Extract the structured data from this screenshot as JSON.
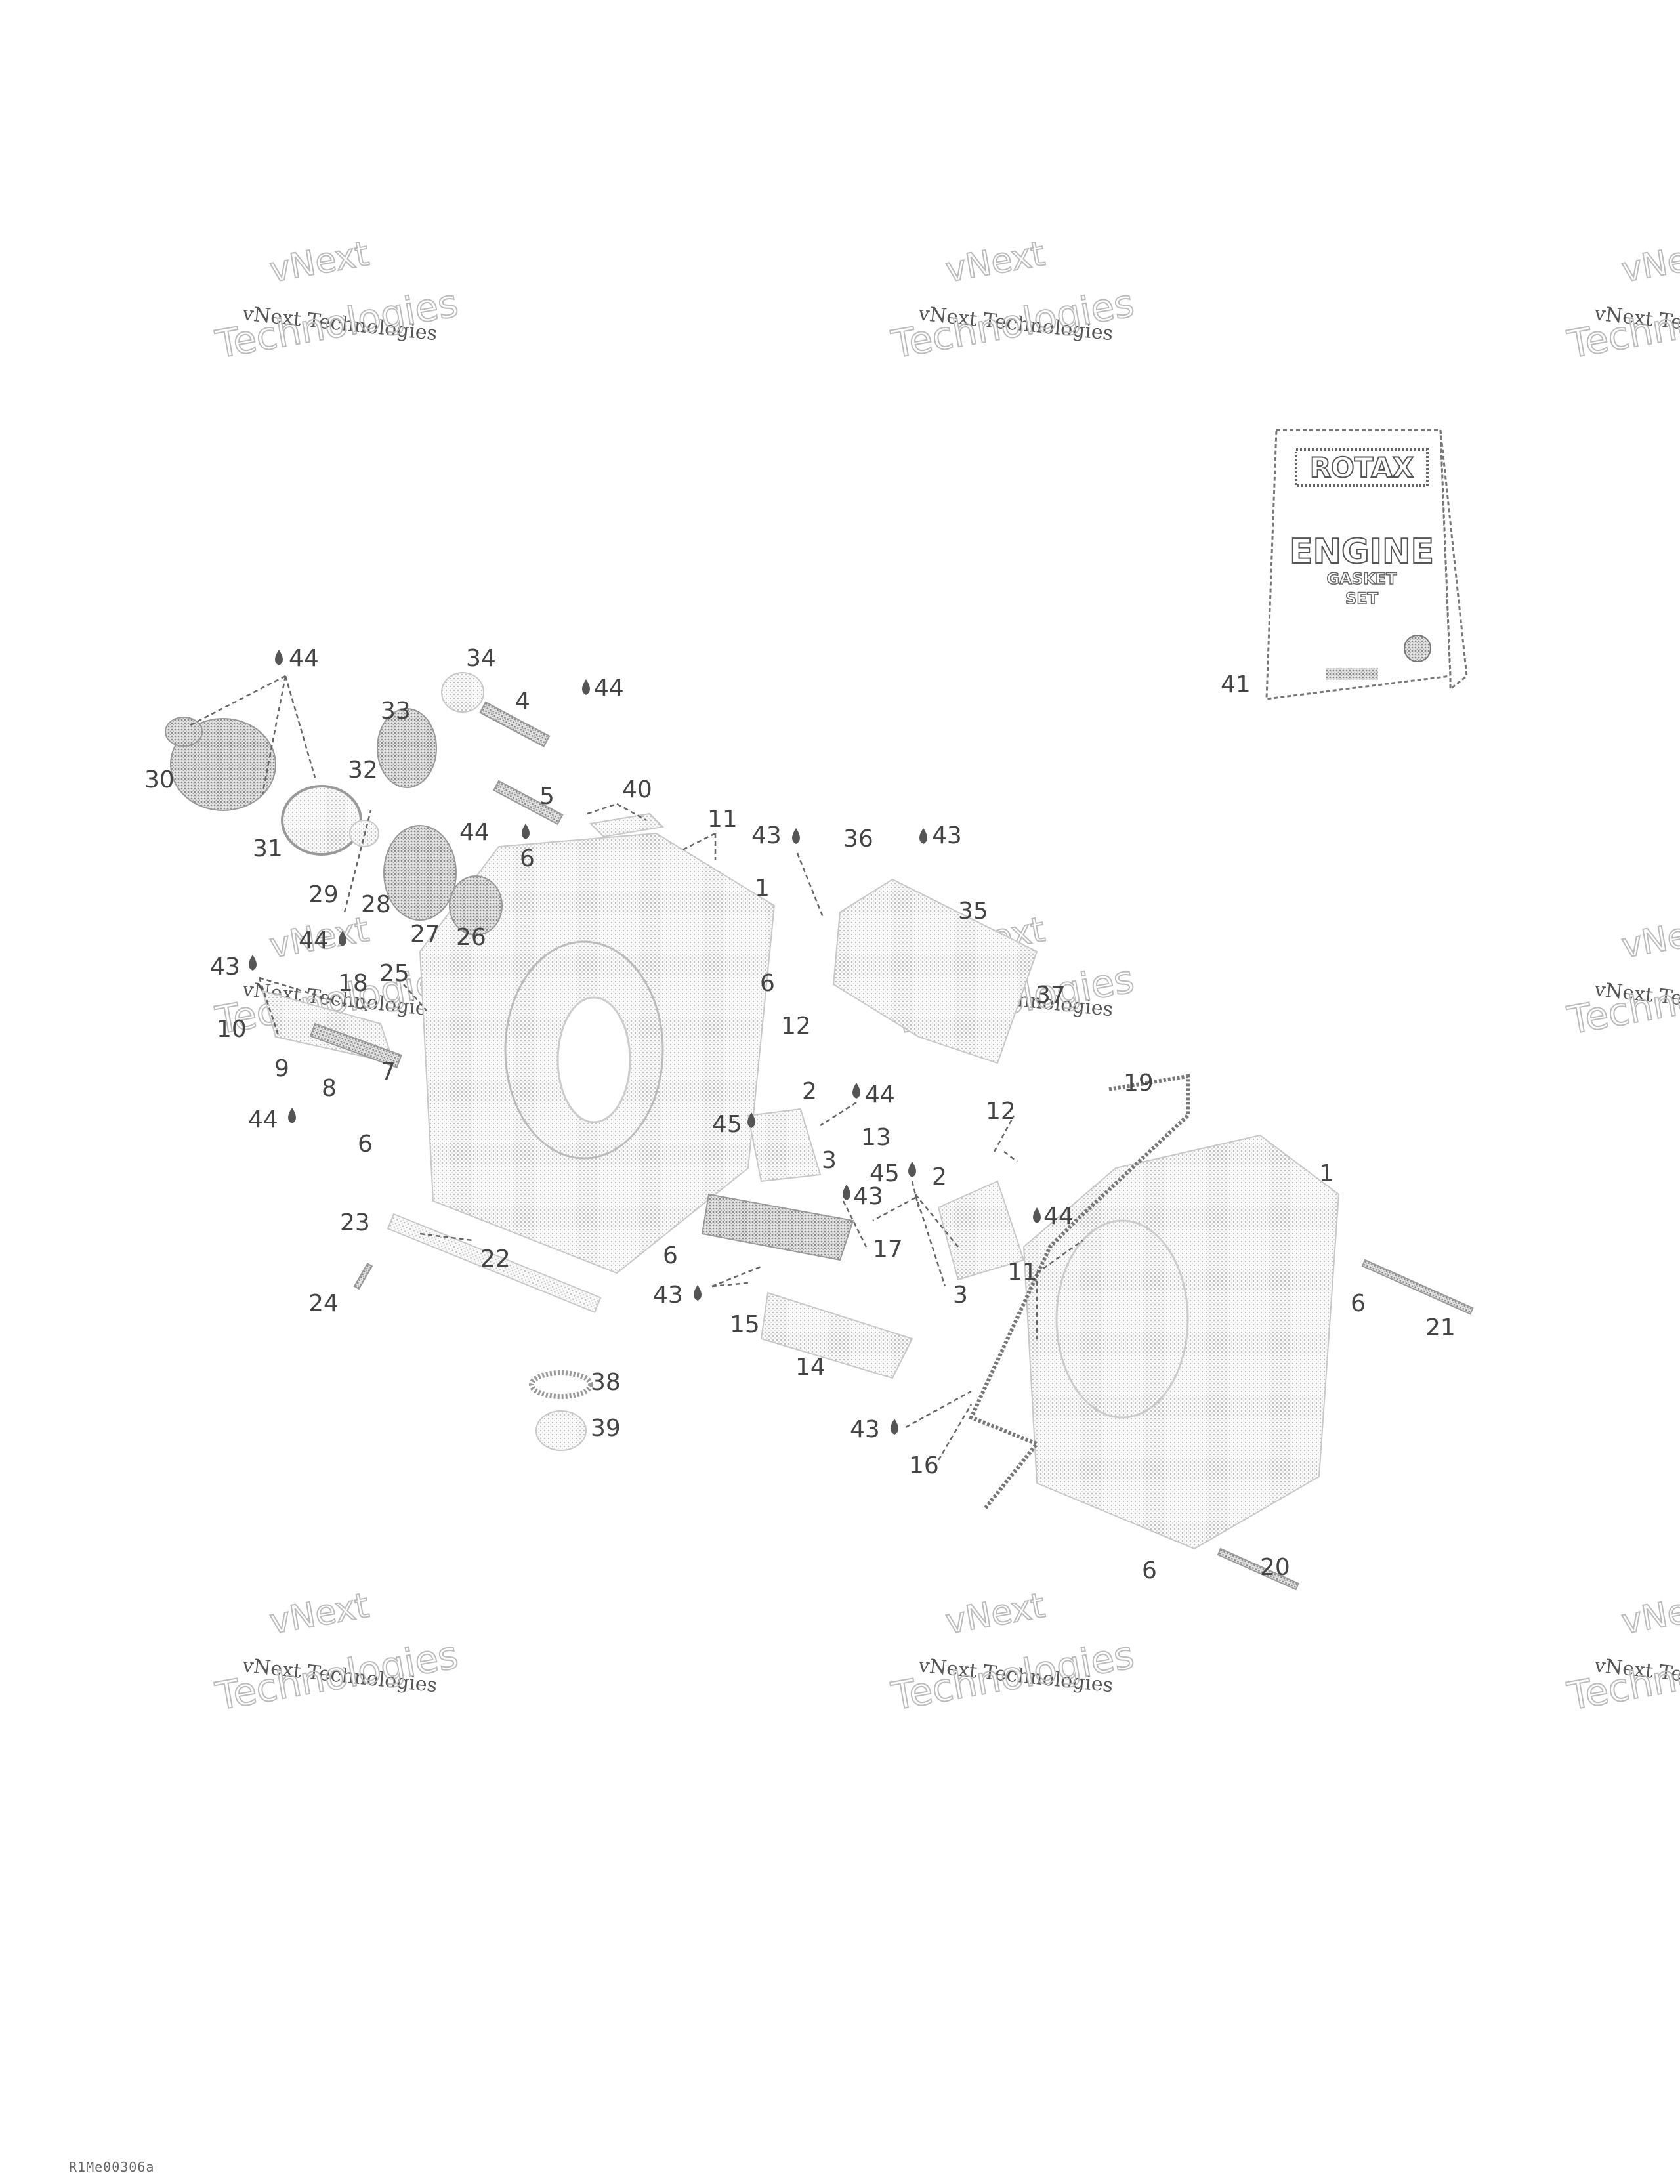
{
  "watermark": {
    "line1": "vNext Technologies",
    "line2": "vNext",
    "line3": "Technologies"
  },
  "kit_box": {
    "brand": "ROTAX",
    "title": "ENGINE",
    "subtitle_1": "GASKET",
    "subtitle_2": "SET"
  },
  "callouts": [
    {
      "id": "c44a",
      "label": "44"
    },
    {
      "id": "c34",
      "label": "34"
    },
    {
      "id": "c4",
      "label": "4"
    },
    {
      "id": "c44b",
      "label": "44"
    },
    {
      "id": "c33",
      "label": "33"
    },
    {
      "id": "c30",
      "label": "30"
    },
    {
      "id": "c32",
      "label": "32"
    },
    {
      "id": "c5",
      "label": "5"
    },
    {
      "id": "c40",
      "label": "40"
    },
    {
      "id": "c11a",
      "label": "11"
    },
    {
      "id": "c43a",
      "label": "43"
    },
    {
      "id": "c36",
      "label": "36"
    },
    {
      "id": "c43b",
      "label": "43"
    },
    {
      "id": "c31",
      "label": "31"
    },
    {
      "id": "c44c",
      "label": "44"
    },
    {
      "id": "c6a",
      "label": "6"
    },
    {
      "id": "c1a",
      "label": "1"
    },
    {
      "id": "c29",
      "label": "29"
    },
    {
      "id": "c28",
      "label": "28"
    },
    {
      "id": "c35",
      "label": "35"
    },
    {
      "id": "c27",
      "label": "27"
    },
    {
      "id": "c26",
      "label": "26"
    },
    {
      "id": "c44d",
      "label": "44"
    },
    {
      "id": "c43c",
      "label": "43"
    },
    {
      "id": "c25",
      "label": "25"
    },
    {
      "id": "c18",
      "label": "18"
    },
    {
      "id": "c6b",
      "label": "6"
    },
    {
      "id": "c37",
      "label": "37"
    },
    {
      "id": "c10",
      "label": "10"
    },
    {
      "id": "c12a",
      "label": "12"
    },
    {
      "id": "c9",
      "label": "9"
    },
    {
      "id": "c7",
      "label": "7"
    },
    {
      "id": "c8",
      "label": "8"
    },
    {
      "id": "c2a",
      "label": "2"
    },
    {
      "id": "c44e",
      "label": "44"
    },
    {
      "id": "c44f",
      "label": "44"
    },
    {
      "id": "c45a",
      "label": "45"
    },
    {
      "id": "c19",
      "label": "19"
    },
    {
      "id": "c13",
      "label": "13"
    },
    {
      "id": "c12b",
      "label": "12"
    },
    {
      "id": "c6c",
      "label": "6"
    },
    {
      "id": "c3a",
      "label": "3"
    },
    {
      "id": "c45b",
      "label": "45"
    },
    {
      "id": "c2b",
      "label": "2"
    },
    {
      "id": "c1b",
      "label": "1"
    },
    {
      "id": "c43d",
      "label": "43"
    },
    {
      "id": "c44g",
      "label": "44"
    },
    {
      "id": "c23",
      "label": "23"
    },
    {
      "id": "c17",
      "label": "17"
    },
    {
      "id": "c22",
      "label": "22"
    },
    {
      "id": "c6d",
      "label": "6"
    },
    {
      "id": "c11b",
      "label": "11"
    },
    {
      "id": "c43e",
      "label": "43"
    },
    {
      "id": "c3b",
      "label": "3"
    },
    {
      "id": "c24",
      "label": "24"
    },
    {
      "id": "c6e",
      "label": "6"
    },
    {
      "id": "c15",
      "label": "15"
    },
    {
      "id": "c21",
      "label": "21"
    },
    {
      "id": "c14",
      "label": "14"
    },
    {
      "id": "c38",
      "label": "38"
    },
    {
      "id": "c39",
      "label": "39"
    },
    {
      "id": "c43f",
      "label": "43"
    },
    {
      "id": "c16",
      "label": "16"
    },
    {
      "id": "c20",
      "label": "20"
    },
    {
      "id": "c6f",
      "label": "6"
    },
    {
      "id": "c41",
      "label": "41"
    }
  ],
  "figure_code": "R1Me00306a"
}
